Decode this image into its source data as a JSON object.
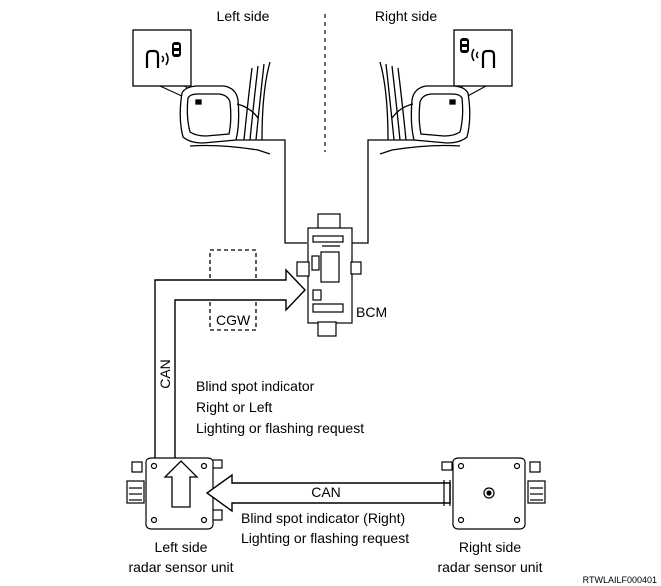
{
  "side_labels": {
    "left": "Left side",
    "right": "Right side"
  },
  "labels": {
    "bcm": "BCM",
    "cgw": "CGW",
    "can_vertical": "CAN",
    "can_horizontal": "CAN",
    "left_path_signals": [
      "Blind spot indicator",
      "Right or Left",
      "Lighting or flashing request"
    ],
    "right_path_signals": [
      "Blind spot indicator (Right)",
      "Lighting or flashing request"
    ],
    "left_unit": [
      "Left side",
      "radar sensor unit"
    ],
    "right_unit": [
      "Right side",
      "radar sensor unit"
    ],
    "figure_code": "RTWLAILF000401"
  },
  "icons": {
    "left_indicator": "blind-spot-indicator-icon",
    "right_indicator": "blind-spot-indicator-icon"
  }
}
